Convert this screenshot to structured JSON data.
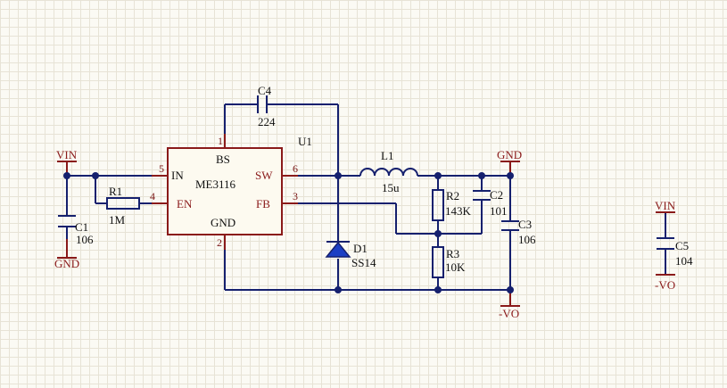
{
  "chip": {
    "designator": "U1",
    "part_number": "ME3116",
    "pins": {
      "bs": {
        "name": "BS",
        "number": "1"
      },
      "gnd": {
        "name": "GND",
        "number": "2"
      },
      "fb": {
        "name": "FB",
        "number": "3"
      },
      "en": {
        "name": "EN",
        "number": "4"
      },
      "in": {
        "name": "IN",
        "number": "5"
      },
      "sw": {
        "name": "SW",
        "number": "6"
      }
    }
  },
  "components": {
    "c4": {
      "ref": "C4",
      "value": "224"
    },
    "l1": {
      "ref": "L1",
      "value": "15u"
    },
    "r1": {
      "ref": "R1",
      "value": "1M"
    },
    "c1": {
      "ref": "C1",
      "value": "106"
    },
    "r2": {
      "ref": "R2",
      "value": "143K"
    },
    "c2": {
      "ref": "C2",
      "value": "101"
    },
    "r3": {
      "ref": "R3",
      "value": "10K"
    },
    "c3": {
      "ref": "C3",
      "value": "106"
    },
    "d1": {
      "ref": "D1",
      "value": "SS14"
    },
    "c5": {
      "ref": "C5",
      "value": "104"
    }
  },
  "nets": {
    "vin_left": "VIN",
    "gnd_left": "GND",
    "gnd_right": "GND",
    "vo_out": "-VO",
    "vin_c5": "VIN",
    "vo_c5": "-VO"
  }
}
